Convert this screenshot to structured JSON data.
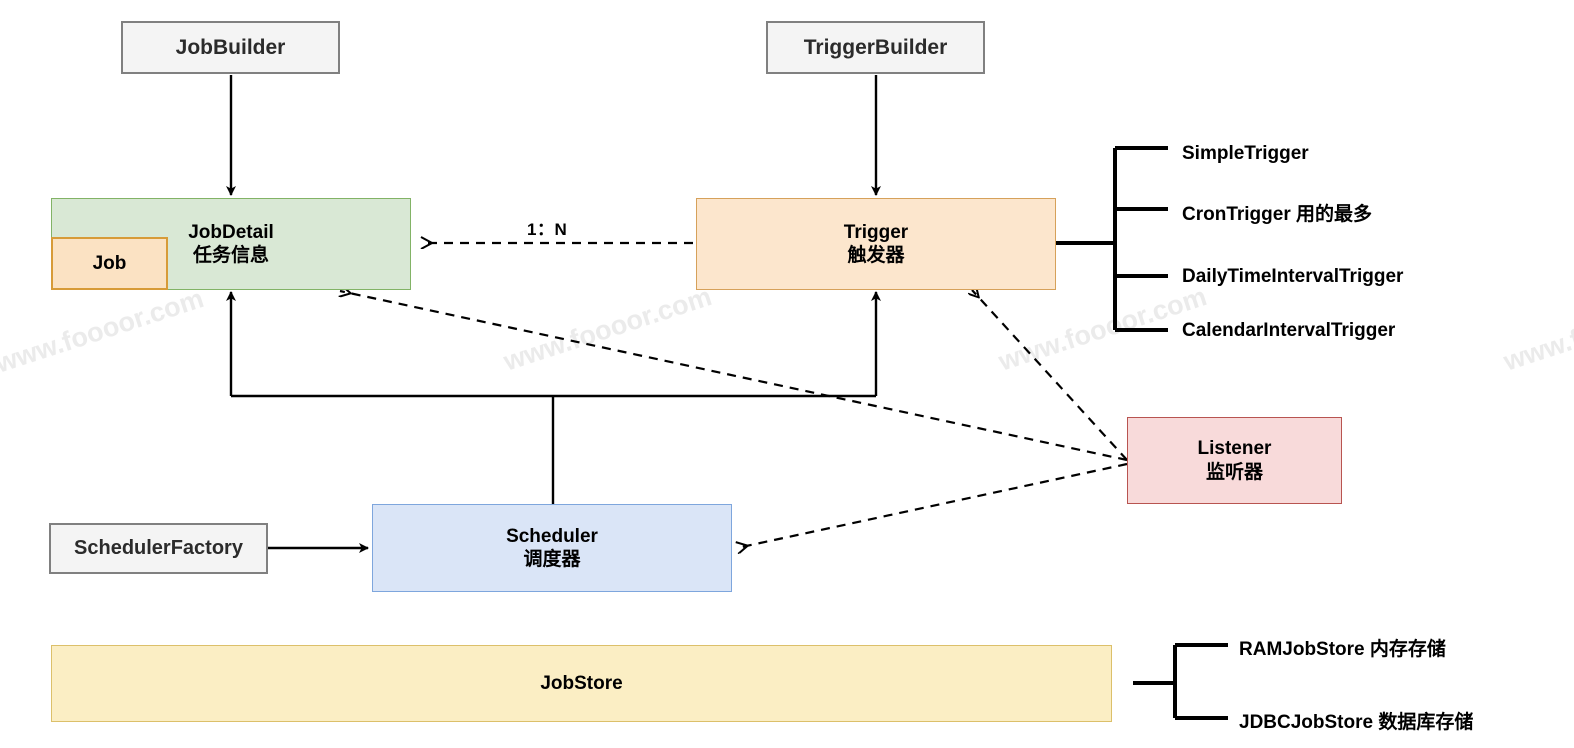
{
  "diagram": {
    "title": "Quartz Scheduler Architecture",
    "watermark_text": "www.foooor.com",
    "colors": {
      "plain_fill": "#f4f4f4",
      "plain_stroke": "#808080",
      "green_fill": "#d9e8d5",
      "green_stroke": "#82b366",
      "job_fill": "#fbe2c3",
      "job_stroke": "#d79b38",
      "orange_fill": "#fce6cd",
      "orange_stroke": "#d6a15a",
      "blue_fill": "#dae5f7",
      "blue_stroke": "#7ea6dd",
      "red_fill": "#f8dada",
      "red_stroke": "#b85450",
      "yellow_fill": "#fbeec4",
      "yellow_stroke": "#dcc06a",
      "line": "#000000"
    }
  },
  "nodes": {
    "job_builder": {
      "label": "JobBuilder"
    },
    "trigger_builder": {
      "label": "TriggerBuilder"
    },
    "job_detail": {
      "name": "JobDetail",
      "subtitle": "任务信息"
    },
    "job": {
      "label": "Job"
    },
    "trigger": {
      "name": "Trigger",
      "subtitle": "触发器"
    },
    "scheduler": {
      "name": "Scheduler",
      "subtitle": "调度器"
    },
    "scheduler_factory": {
      "label": "SchedulerFactory"
    },
    "listener": {
      "name": "Listener",
      "subtitle": "监听器"
    },
    "job_store": {
      "label": "JobStore"
    }
  },
  "trigger_types": [
    {
      "label": "SimpleTrigger"
    },
    {
      "label": "CronTrigger  用的最多"
    },
    {
      "label": "DailyTimeIntervalTrigger"
    },
    {
      "label": "CalendarIntervalTrigger"
    }
  ],
  "job_store_types": [
    {
      "label": "RAMJobStore 内存存储"
    },
    {
      "label": "JDBCJobStore 数据库存储"
    }
  ],
  "edge_labels": {
    "trigger_to_jobdetail": "1：N"
  }
}
